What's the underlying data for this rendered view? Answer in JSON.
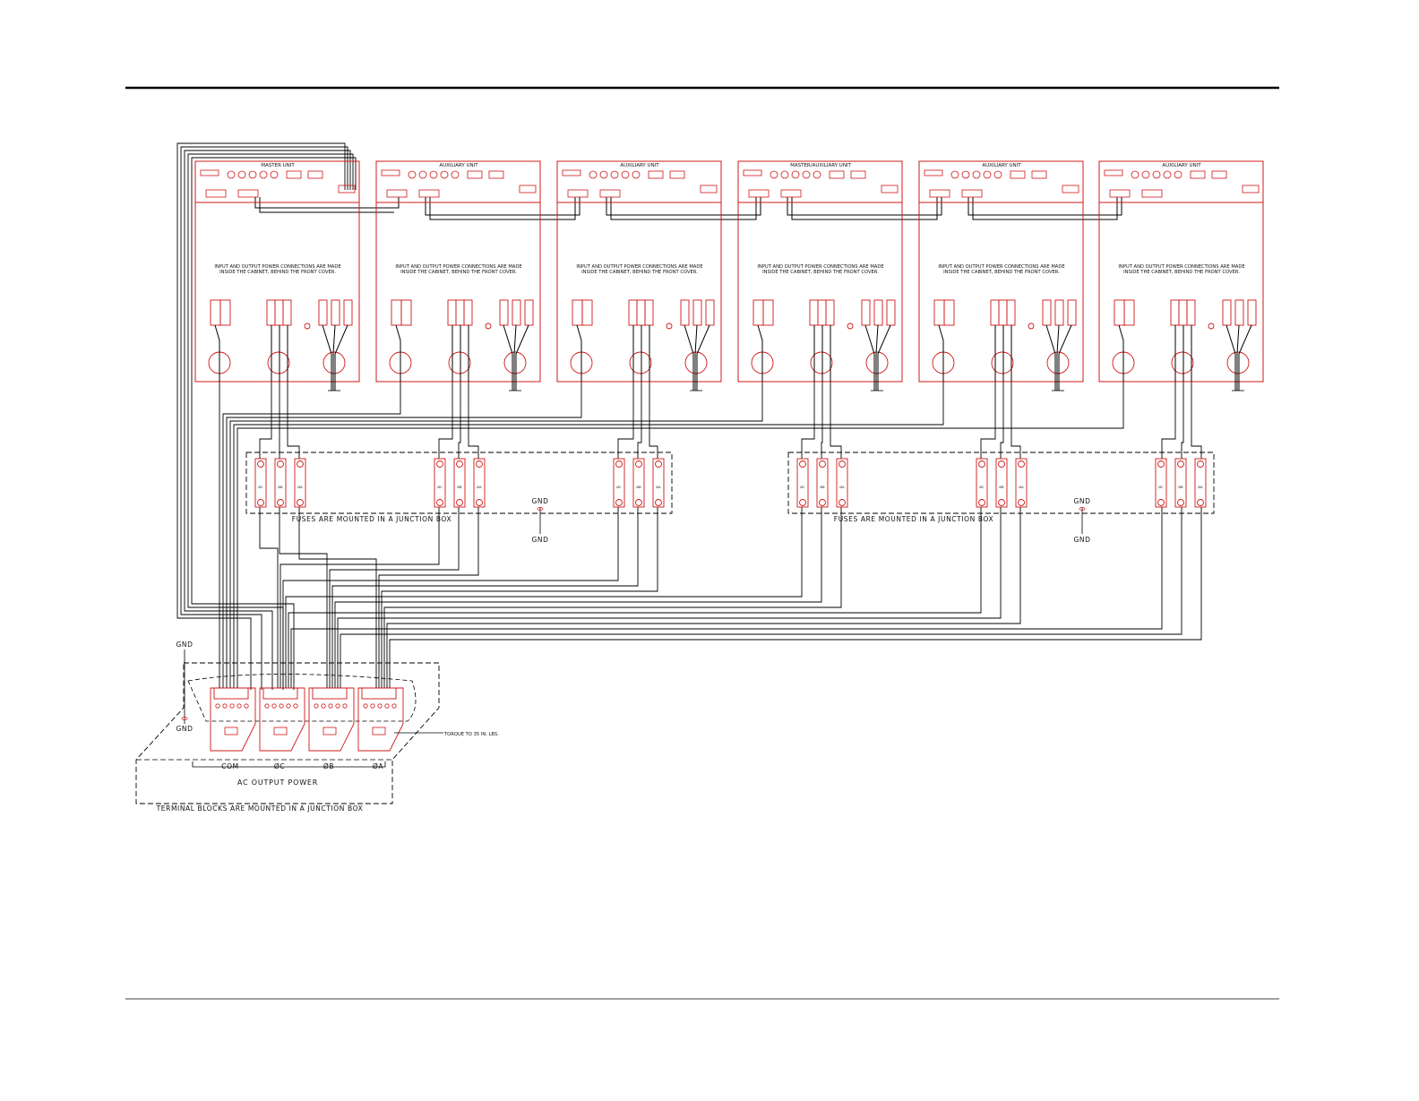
{
  "colors": {
    "line": "#000000",
    "component": "#d01818",
    "background": "#ffffff"
  },
  "units": [
    {
      "title": "MASTER UNIT",
      "note_line1": "INPUT AND OUTPUT POWER CONNECTIONS ARE MADE",
      "note_line2": "INSIDE THE CABINET, BEHIND THE FRONT COVER."
    },
    {
      "title": "AUXILIARY UNIT",
      "note_line1": "INPUT AND OUTPUT POWER CONNECTIONS ARE MADE",
      "note_line2": "INSIDE THE CABINET, BEHIND THE FRONT COVER."
    },
    {
      "title": "AUXILIARY UNIT",
      "note_line1": "INPUT AND OUTPUT POWER CONNECTIONS ARE MADE",
      "note_line2": "INSIDE THE CABINET, BEHIND THE FRONT COVER."
    },
    {
      "title": "MASTER/AUXILIARY UNIT",
      "note_line1": "INPUT AND OUTPUT POWER CONNECTIONS ARE MADE",
      "note_line2": "INSIDE THE CABINET, BEHIND THE FRONT COVER."
    },
    {
      "title": "AUXILIARY UNIT",
      "note_line1": "INPUT AND OUTPUT POWER CONNECTIONS ARE MADE",
      "note_line2": "INSIDE THE CABINET, BEHIND THE FRONT COVER."
    },
    {
      "title": "AUXILIARY UNIT",
      "note_line1": "INPUT AND OUTPUT POWER CONNECTIONS ARE MADE",
      "note_line2": "INSIDE THE CABINET, BEHIND THE FRONT COVER."
    }
  ],
  "fuse_box_label": "FUSES ARE MOUNTED IN A JUNCTION BOX",
  "gnd_label": "GND",
  "phase_labels": [
    "ØC",
    "ØB",
    "ØA"
  ],
  "terminal": {
    "torque_note": "TORQUE TO 35 IN. LBS.",
    "block_labels": [
      "COM",
      "ØC",
      "ØB",
      "ØA"
    ],
    "output_label": "AC OUTPUT POWER",
    "box_label": "TERMINAL BLOCKS ARE MOUNTED IN A JUNCTION BOX"
  }
}
